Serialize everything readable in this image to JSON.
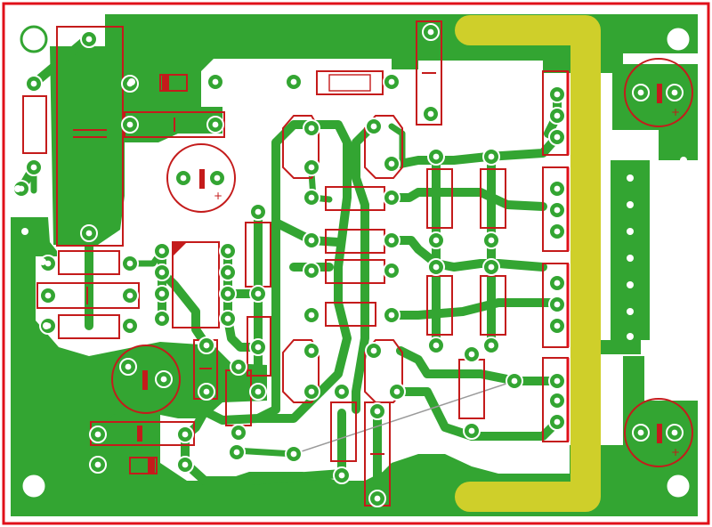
{
  "board": {
    "copper_color": "#33a532",
    "background_color": "#ffffff",
    "silkscreen_color": "#c41b1b",
    "busbar_color": "#cfcf2a",
    "wire_color": "#9a9a9a"
  },
  "silkscreen_marks": {
    "plus": "+"
  },
  "component_types": [
    "resistor",
    "capacitor",
    "electrolytic-capacitor",
    "diode",
    "dip-ic",
    "transistor",
    "terminal-block"
  ]
}
